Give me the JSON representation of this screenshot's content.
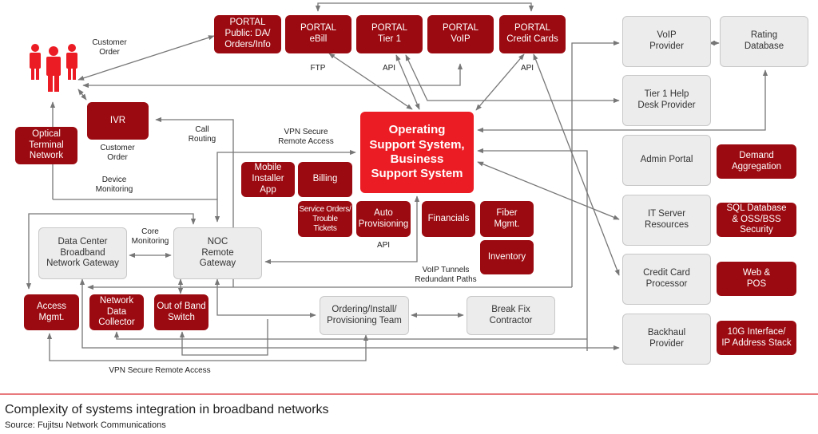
{
  "diagram": {
    "colors": {
      "accent_primary": "#ec1c24",
      "accent_dark": "#9b0a10",
      "neutral_box": "#ececec",
      "connector": "#777777",
      "caption_rule": "#e87a7e"
    },
    "customers": {
      "icon": "people-icon",
      "label": "Customers"
    },
    "portals": [
      {
        "id": "portal-public",
        "label": "PORTAL\nPublic: DA/\nOrders/Info"
      },
      {
        "id": "portal-ebill",
        "label": "PORTAL\neBill"
      },
      {
        "id": "portal-tier1",
        "label": "PORTAL\nTier 1"
      },
      {
        "id": "portal-voip",
        "label": "PORTAL\nVoIP"
      },
      {
        "id": "portal-credit",
        "label": "PORTAL\nCredit Cards"
      }
    ],
    "core": {
      "label": "Operating\nSupport System,\nBusiness\nSupport System"
    },
    "modules": {
      "mobile_installer": "Mobile\nInstaller\nApp",
      "billing": "Billing",
      "service_orders": "Service Orders/\nTrouble\nTickets",
      "auto_provisioning": "Auto\nProvisioning",
      "financials": "Financials",
      "fiber_mgmt": "Fiber\nMgmt.",
      "inventory": "Inventory"
    },
    "left_nodes": {
      "ivr": "IVR",
      "optical_terminal": "Optical\nTerminal\nNetwork",
      "data_center": "Data Center\nBroadband\nNetwork Gateway",
      "noc": "NOC\nRemote\nGateway",
      "access_mgmt": "Access\nMgmt.",
      "network_collector": "Network\nData\nCollector",
      "oob_switch": "Out of Band\nSwitch",
      "ordering_team": "Ordering/Install/\nProvisioning Team",
      "break_fix": "Break Fix\nContractor"
    },
    "providers": [
      {
        "label": "VoIP\nProvider"
      },
      {
        "label": "Rating\nDatabase"
      },
      {
        "label": "Tier 1 Help\nDesk Provider"
      },
      {
        "label": "Admin Portal"
      },
      {
        "label": "IT Server\nResources"
      },
      {
        "label": "Credit Card\nProcessor"
      },
      {
        "label": "Backhaul\nProvider"
      }
    ],
    "provider_tags": {
      "demand": "Demand\nAggregation",
      "sql": "SQL Database\n& OSS/BSS\nSecurity",
      "web_pos": "Web &\nPOS",
      "tengig": "10G Interface/\nIP Address Stack"
    },
    "connector_labels": {
      "customer_order_top": "Customer\nOrder",
      "customer_order_ivr": "Customer\nOrder",
      "call_routing": "Call\nRouting",
      "device_monitoring": "Device\nMonitoring",
      "vpn_top": "VPN Secure\nRemote Access",
      "core_monitoring": "Core\nMonitoring",
      "ftp": "FTP",
      "api_tier1": "API",
      "api_credit": "API",
      "api_provisioning": "API",
      "voip_tunnels": "VoIP Tunnels\nRedundant Paths",
      "vpn_bottom": "VPN Secure Remote Access"
    }
  },
  "caption": {
    "title": "Complexity of systems integration in broadband networks",
    "source": "Source: Fujitsu Network Communications"
  }
}
